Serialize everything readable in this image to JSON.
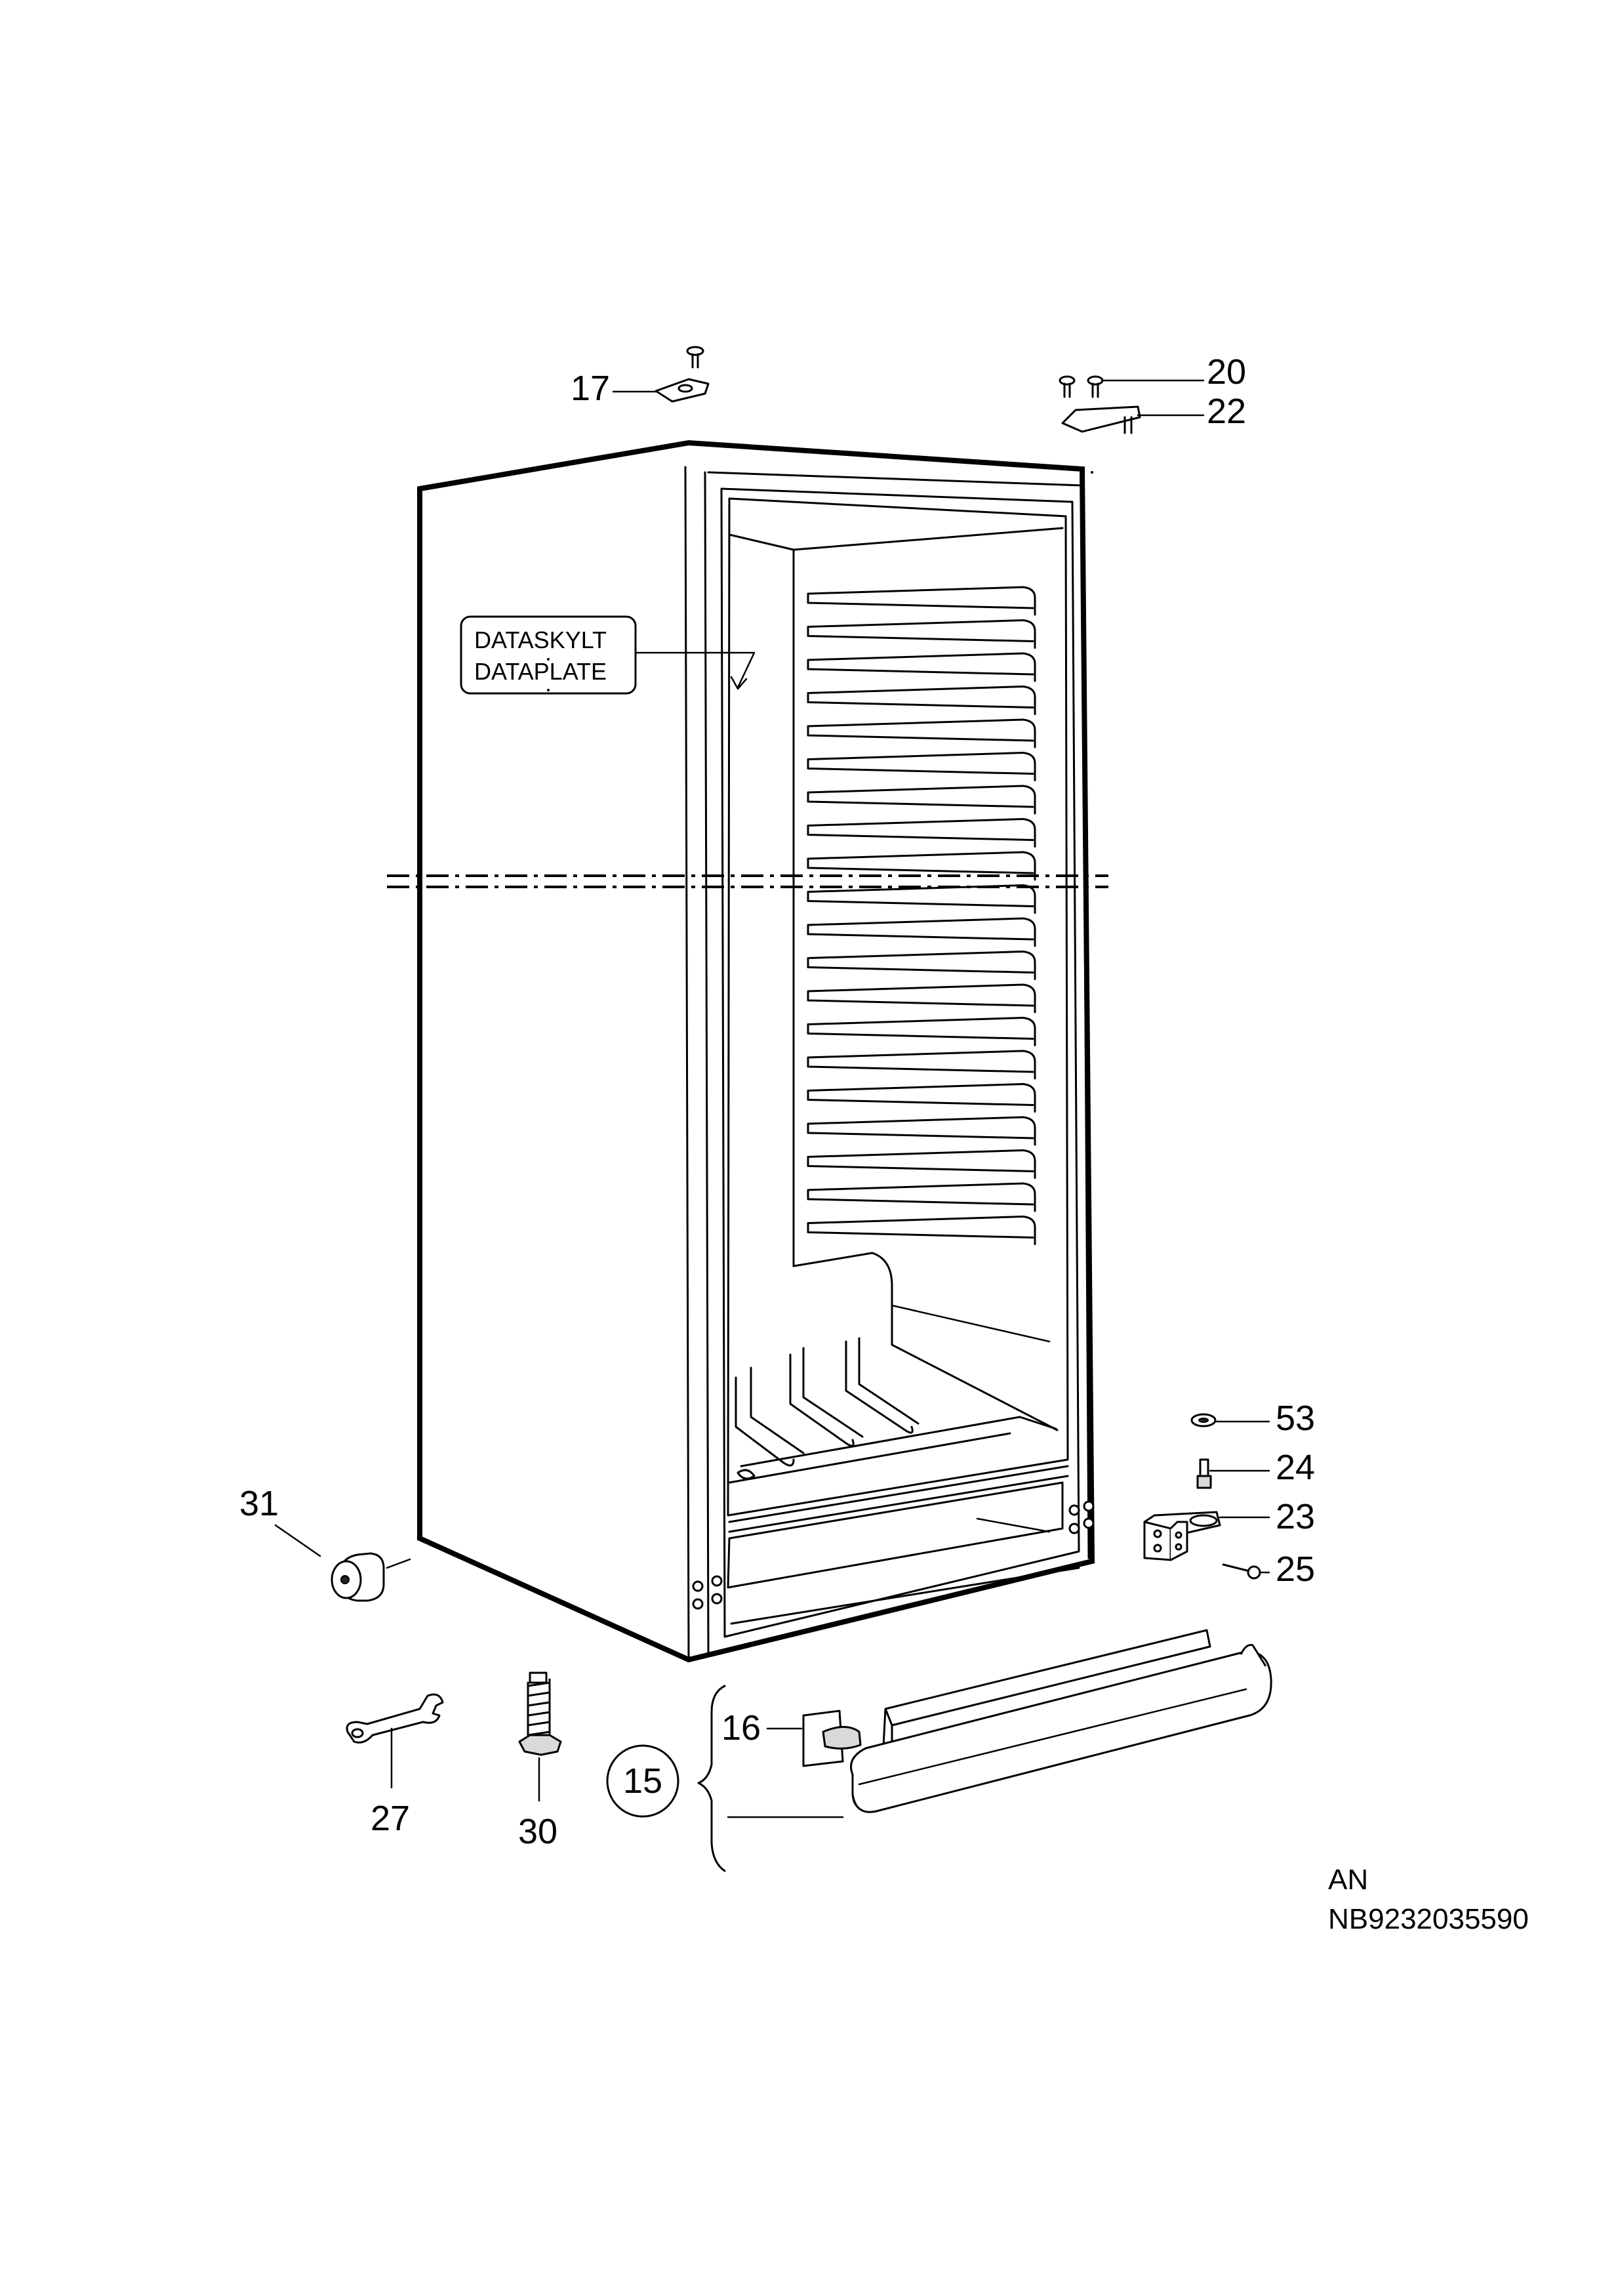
{
  "plate": {
    "line1": "DATASKYLT",
    "line2": "DATAPLATE"
  },
  "parts": {
    "p15": "15",
    "p16": "16",
    "p17": "17",
    "p20": "20",
    "p22": "22",
    "p23": "23",
    "p24": "24",
    "p25": "25",
    "p27": "27",
    "p30": "30",
    "p31": "31",
    "p53": "53"
  },
  "doc": {
    "code_line1": "AN",
    "code_line2": "NB9232035590"
  }
}
